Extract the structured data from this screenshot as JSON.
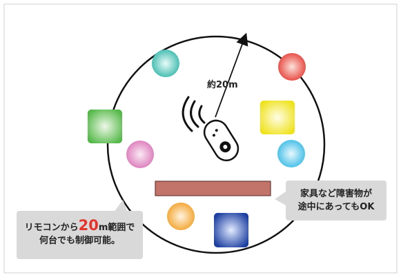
{
  "distance_label": "約20m",
  "callout_left": {
    "line1_pre": "リモコンから",
    "line1_num": "20",
    "line1_post": "m範囲で",
    "line2": "何台でも制御可能。"
  },
  "callout_right": {
    "line1": "家具など障害物が",
    "line2": "途中にあってもOK"
  },
  "colors": {
    "outline": "#111111",
    "teal": "#2ab3a6",
    "red": "#e4332c",
    "green": "#54b848",
    "yellow": "#f2e81e",
    "pink": "#d86fb4",
    "cyan": "#2eb6e4",
    "orange": "#f29b1c",
    "blue": "#1c3fa0",
    "obstacle": "#c2736a",
    "callout_bg": "#d9d9d9",
    "highlight_red": "#e6332a"
  }
}
